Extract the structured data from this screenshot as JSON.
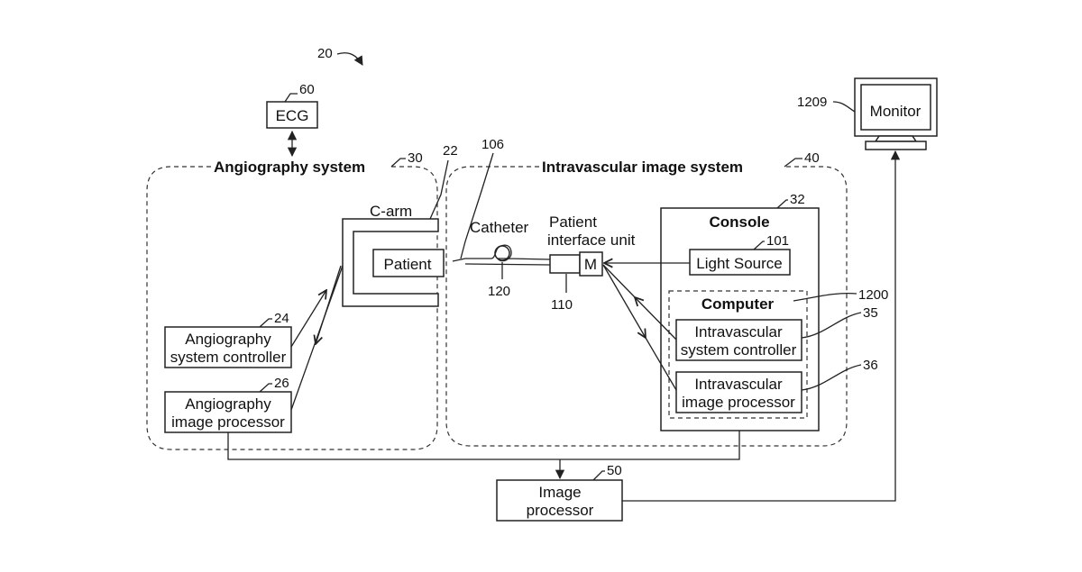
{
  "diagram": {
    "figure_ref": "20",
    "ecg": {
      "label": "ECG",
      "ref": "60"
    },
    "angiography_system": {
      "label": "Angiography system",
      "ref": "30"
    },
    "intravascular_system": {
      "label": "Intravascular image system",
      "ref": "40"
    },
    "c_arm": {
      "label": "C-arm",
      "ref": "22"
    },
    "patient": {
      "label": "Patient"
    },
    "catheter": {
      "label": "Catheter",
      "ref": "120",
      "tip_ref": "106"
    },
    "piu": {
      "label_line1": "Patient",
      "label_line2": "interface unit",
      "motor": "M",
      "ref": "110"
    },
    "angio_controller": {
      "line1": "Angiography",
      "line2": "system controller",
      "ref": "24"
    },
    "angio_processor": {
      "line1": "Angiography",
      "line2": "image processor",
      "ref": "26"
    },
    "console": {
      "label": "Console",
      "ref": "32"
    },
    "light_source": {
      "label": "Light Source",
      "ref": "101"
    },
    "computer": {
      "label": "Computer",
      "ref": "1200"
    },
    "iv_controller": {
      "line1": "Intravascular",
      "line2": "system controller",
      "ref": "35"
    },
    "iv_processor": {
      "line1": "Intravascular",
      "line2": "image processor",
      "ref": "36"
    },
    "image_processor": {
      "line1": "Image",
      "line2": "processor",
      "ref": "50"
    },
    "monitor": {
      "label": "Monitor",
      "ref": "1209"
    }
  }
}
